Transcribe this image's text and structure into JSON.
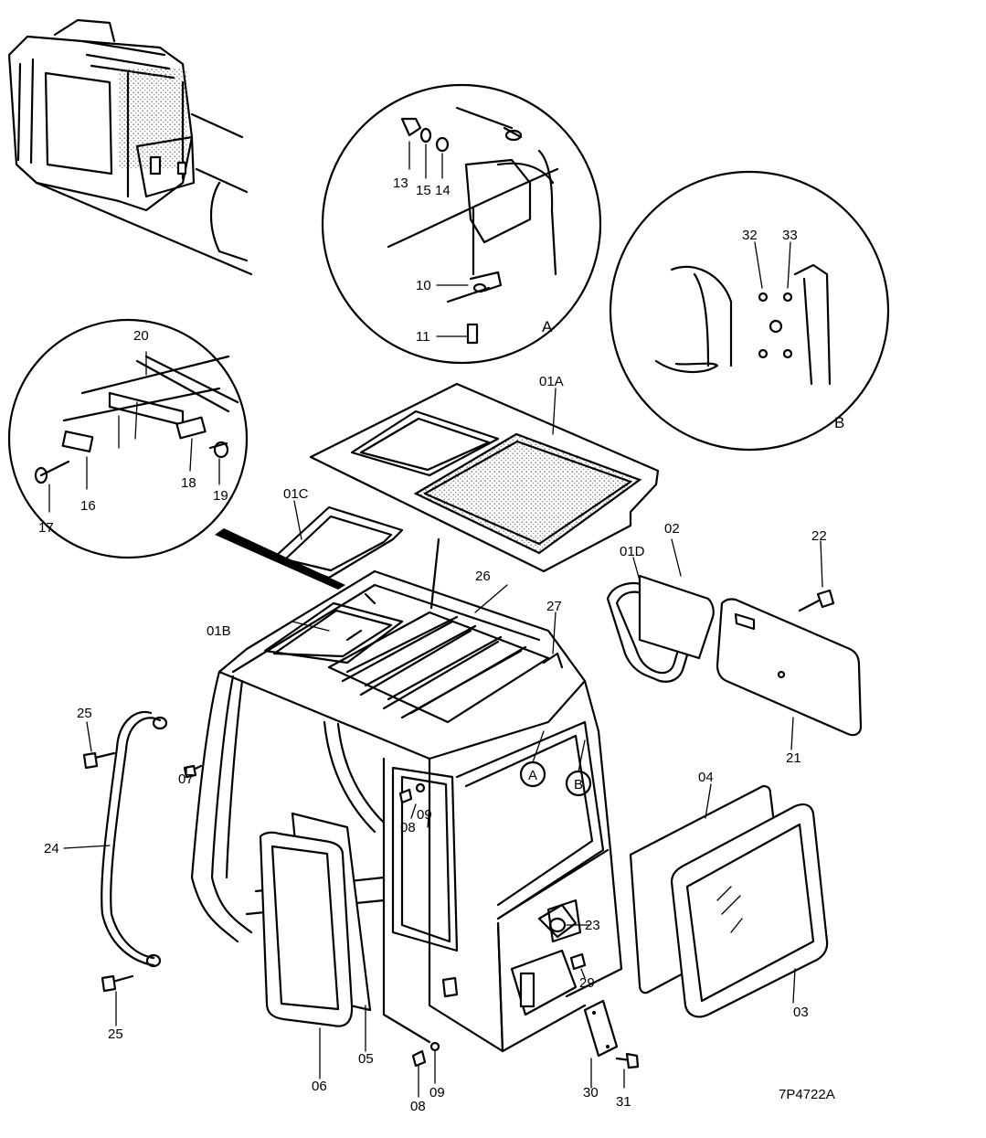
{
  "parts": {
    "p01A": "01A",
    "p01B": "01B",
    "p01C": "01C",
    "p01D": "01D",
    "p02": "02",
    "p03": "03",
    "p04": "04",
    "p05": "05",
    "p06": "06",
    "p07": "07",
    "p08a": "08",
    "p08b": "08",
    "p09a": "09",
    "p09b": "09",
    "p10": "10",
    "p11": "11",
    "p13": "13",
    "p14": "14",
    "p15": "15",
    "p16": "16",
    "p17": "17",
    "p18": "18",
    "p19": "19",
    "p20": "20",
    "p21": "21",
    "p22": "22",
    "p23": "23",
    "p24": "24",
    "p25a": "25",
    "p25b": "25",
    "p26": "26",
    "p27": "27",
    "p29": "29",
    "p30": "30",
    "p31": "31"
  },
  "callouts": {
    "A": "A",
    "B": "B",
    "A_ref": "A",
    "B_ref": "B"
  },
  "detail_b": {
    "h1": "32",
    "h2": "33"
  },
  "drawing_code": "7P4722A"
}
